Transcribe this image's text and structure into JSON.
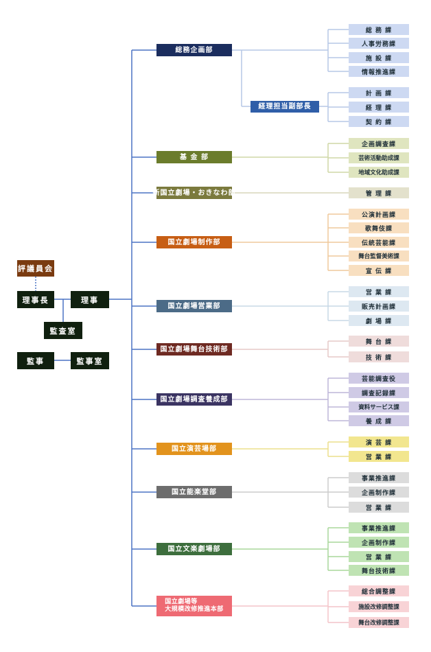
{
  "executives": {
    "hyogiin": "評議員会",
    "rijicho": "理事長",
    "riji": "理事",
    "kansashitsu": "監査室",
    "kanji": "監事",
    "kanjishitsu": "監事室"
  },
  "colors": {
    "exec": "#10200f",
    "hyogiin": "#7a3b10",
    "connector": "#4a72c4"
  },
  "departments": [
    {
      "name": "総務企画部",
      "color": "#1b2d5e",
      "line": "#b5c7e6",
      "light": "#cdd9f2",
      "sections": [
        "総 務 課",
        "人事労務課",
        "施 設 課",
        "情報推進課"
      ]
    },
    {
      "name": "経理担当副部長",
      "color": "#2f5ea8",
      "line": "#b5c7e6",
      "light": "#cdd9f2",
      "sections": [
        "計 画 課",
        "経 理 課",
        "契 約 課"
      ]
    },
    {
      "name": "基 金 部",
      "color": "#6b7c2c",
      "line": "#cfd7a6",
      "light": "#dfe5bf",
      "sections": [
        "企画調査課",
        "芸術活動助成課",
        "地域文化助成課"
      ]
    },
    {
      "name": "新国立劇場・おきなわ部",
      "color": "#7b7a3d",
      "line": "#d7d6ba",
      "light": "#e3e1cc",
      "sections": [
        "管 理 課"
      ]
    },
    {
      "name": "国立劇場制作部",
      "color": "#c75e14",
      "line": "#efc89b",
      "light": "#f8dfc0",
      "sections": [
        "公演計画課",
        "歌舞伎課",
        "伝統芸能課",
        "舞台監督美術課",
        "宣 伝 課"
      ]
    },
    {
      "name": "国立劇場営業部",
      "color": "#4c6b87",
      "line": "#c7d8e6",
      "light": "#dde8f1",
      "sections": [
        "営 業 課",
        "販売計画課",
        "劇 場 課"
      ]
    },
    {
      "name": "国立劇場舞台技術部",
      "color": "#6e2a22",
      "line": "#e6c8c7",
      "light": "#efdcdb",
      "sections": [
        "舞 台 課",
        "技 術 課"
      ]
    },
    {
      "name": "国立劇場調査養成部",
      "color": "#3b3462",
      "line": "#bdb6d8",
      "light": "#cfcae5",
      "sections": [
        "芸能調査役",
        "調査記録課",
        "資料サービス課",
        "養 成 課"
      ]
    },
    {
      "name": "国立演芸場部",
      "color": "#e2931d",
      "line": "#ecdf8c",
      "light": "#f2e68f",
      "sections": [
        "演 芸 課",
        "営 業 課"
      ]
    },
    {
      "name": "国立能楽堂部",
      "color": "#6d6d6d",
      "line": "#cccccc",
      "light": "#dcdcdc",
      "sections": [
        "事業推進課",
        "企画制作課",
        "営 業 課"
      ]
    },
    {
      "name": "国立文楽劇場部",
      "color": "#3d6e3d",
      "line": "#a9d79a",
      "light": "#bfe3b3",
      "sections": [
        "事業推進課",
        "企画制作課",
        "営 業 課",
        "舞台技術課"
      ]
    },
    {
      "name": "国立劇場等 大規模改修推進本部",
      "color": "#ee6a73",
      "line": "#f4c4c8",
      "light": "#f8d3d6",
      "sections": [
        "総合調整課",
        "施設改修調整課",
        "舞台改修調整課"
      ]
    }
  ]
}
